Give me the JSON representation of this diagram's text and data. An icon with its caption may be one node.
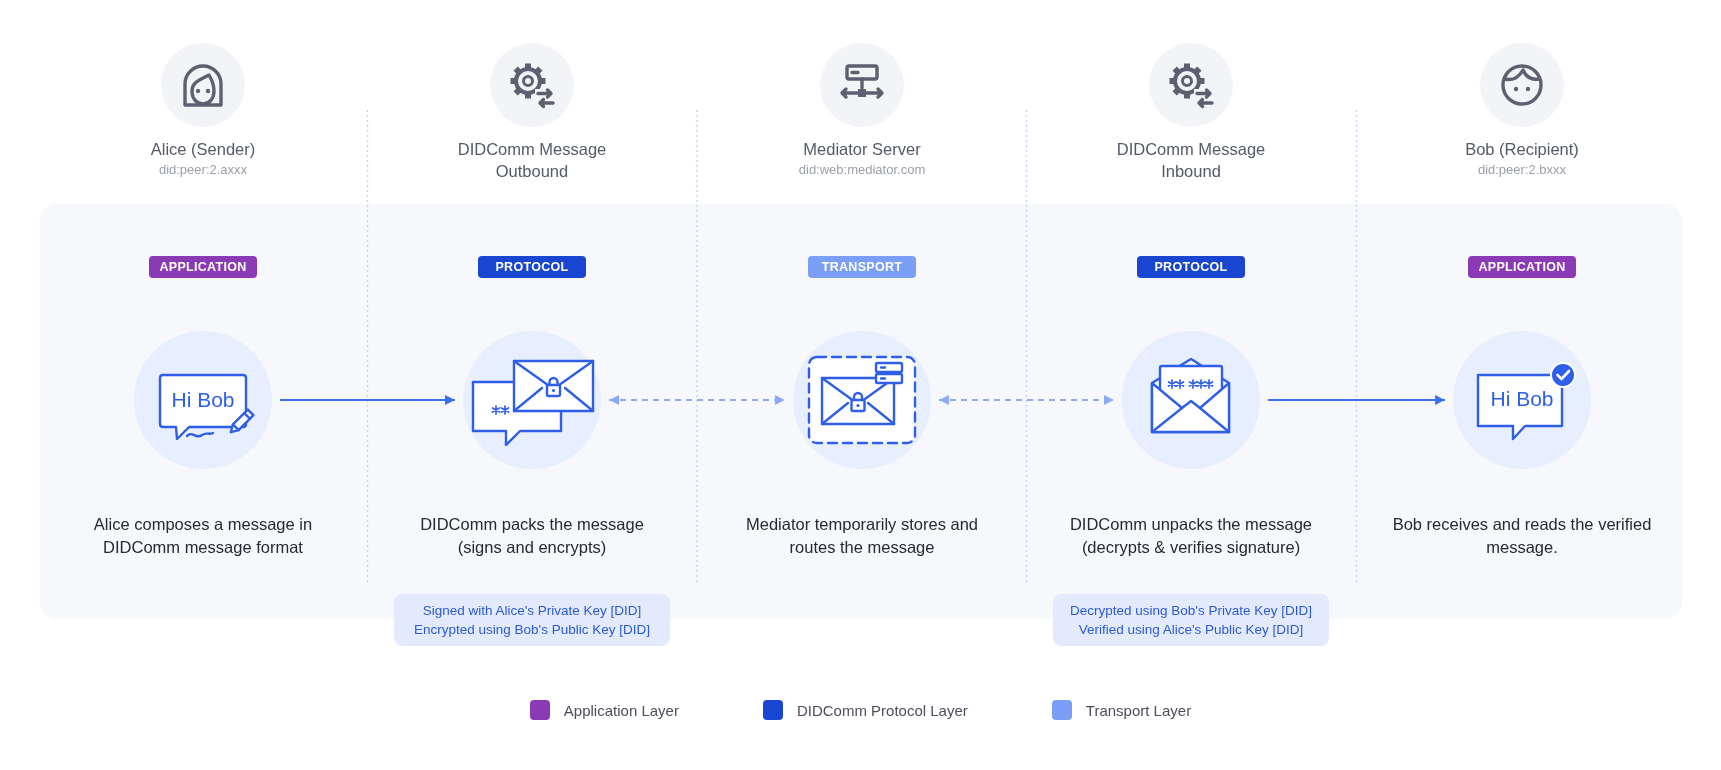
{
  "diagram": {
    "nodes": [
      {
        "text": [
          "Alice (Sender)",
          "did:peer:2.axxx"
        ]
      },
      {
        "text": [
          "DIDComm Message Outbound"
        ]
      },
      {
        "text": [
          "Mediator Server",
          "did:web:mediator.com"
        ]
      },
      {
        "text": [
          "DIDComm Message Inbound"
        ]
      },
      {
        "text": [
          "Bob (Recipient)",
          "did:peer:2.bxxx"
        ]
      },
      {
        "text": [
          "APPLICATION"
        ]
      },
      {
        "text": [
          "PROTOCOL"
        ]
      },
      {
        "text": [
          "TRANSPORT"
        ]
      },
      {
        "text": [
          "PROTOCOL"
        ]
      },
      {
        "text": [
          "APPLICATION"
        ]
      },
      {
        "text": [
          "Hi Bob"
        ],
        "beside": [
          "Alice composes a message in DIDComm message format"
        ]
      },
      {
        "text": [],
        "shape": "circle",
        "beside": [
          "DIDComm packs the message (signs and encrypts)"
        ]
      },
      {
        "text": [],
        "shape": "circle",
        "beside": [
          "Mediator temporarily stores and routes the message"
        ]
      },
      {
        "text": [],
        "shape": "circle",
        "beside": [
          "DIDComm unpacks the message (decrypts & verifies signature)"
        ]
      },
      {
        "text": [
          "Hi Bob"
        ],
        "beside": [
          "Bob receives and reads the verified message."
        ]
      },
      {
        "text": [
          "Signed with Alice's Private Key [DID]",
          "Encrypted using Bob's Public Key [DID]"
        ]
      },
      {
        "text": [
          "Decrypted using Bob's Private Key [DID]",
          "Verified using Alice's Public Key [DID]"
        ]
      }
    ],
    "edges": [
      {
        "from": 10,
        "to": 11,
        "arrow": "to"
      },
      {
        "from": 11,
        "to": 12,
        "arrow": "both",
        "style": "dashed",
        "color": "#8eaaf4"
      },
      {
        "from": 12,
        "to": 13,
        "arrow": "both",
        "style": "dashed",
        "color": "#8eaaf4"
      },
      {
        "from": 13,
        "to": 14,
        "arrow": "to"
      }
    ],
    "legend": [
      {
        "text": "Application Layer",
        "color": "#8b3ab5"
      },
      {
        "text": "DIDComm Protocol Layer",
        "color": "#1846d1"
      },
      {
        "text": "Transport Layer",
        "color": "#7b9ef7"
      }
    ]
  }
}
